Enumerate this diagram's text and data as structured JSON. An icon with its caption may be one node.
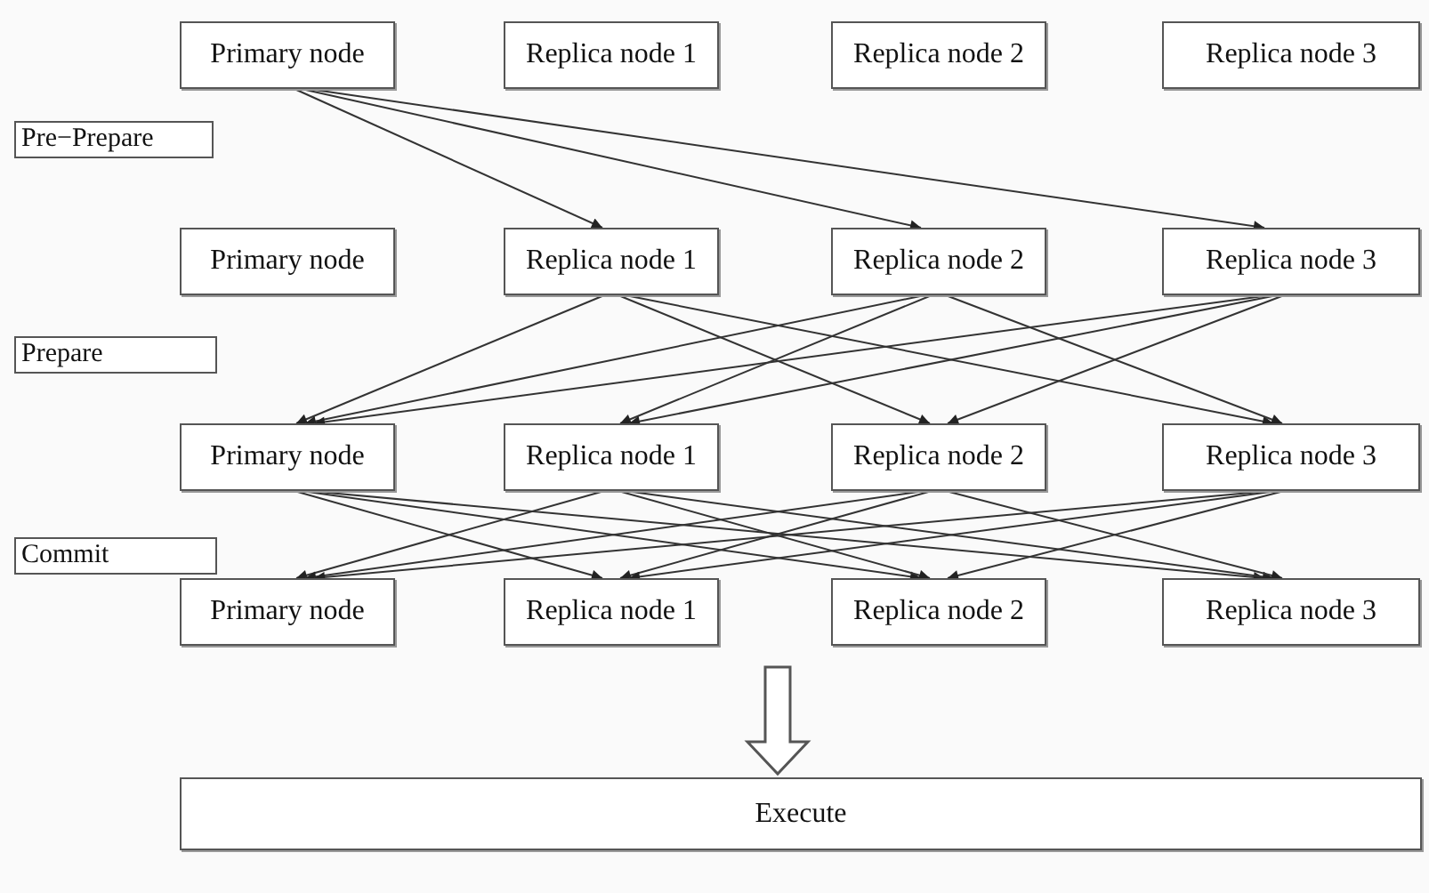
{
  "diagram": {
    "nodes": [
      {
        "text": [
          "Primary node"
        ]
      },
      {
        "text": [
          "Replica node 1"
        ]
      },
      {
        "text": [
          "Replica node 2"
        ]
      },
      {
        "text": [
          "Replica node 3"
        ]
      },
      {
        "text": [
          "Pre−Prepare"
        ]
      },
      {
        "text": [
          "Primary node"
        ]
      },
      {
        "text": [
          "Replica node 1"
        ]
      },
      {
        "text": [
          "Replica node 2"
        ]
      },
      {
        "text": [
          "Replica node 3"
        ]
      },
      {
        "text": [
          "Prepare"
        ]
      },
      {
        "text": [
          "Primary node"
        ]
      },
      {
        "text": [
          "Replica node 1"
        ]
      },
      {
        "text": [
          "Replica node 2"
        ]
      },
      {
        "text": [
          "Replica node 3"
        ]
      },
      {
        "text": [
          "Commit"
        ]
      },
      {
        "text": [
          "Primary node"
        ]
      },
      {
        "text": [
          "Replica node 1"
        ]
      },
      {
        "text": [
          "Replica node 2"
        ]
      },
      {
        "text": [
          "Replica node 3"
        ]
      },
      {
        "text": [
          "Execute"
        ]
      }
    ],
    "edges": [
      {
        "from": 0,
        "to": 6,
        "arrow": "to"
      },
      {
        "from": 0,
        "to": 7,
        "arrow": "to"
      },
      {
        "from": 0,
        "to": 8,
        "arrow": "to"
      },
      {
        "from": 6,
        "to": 10,
        "arrow": "to"
      },
      {
        "from": 6,
        "to": 12,
        "arrow": "to"
      },
      {
        "from": 6,
        "to": 13,
        "arrow": "to"
      },
      {
        "from": 7,
        "to": 10,
        "arrow": "to"
      },
      {
        "from": 7,
        "to": 11,
        "arrow": "to"
      },
      {
        "from": 7,
        "to": 13,
        "arrow": "to"
      },
      {
        "from": 8,
        "to": 10,
        "arrow": "to"
      },
      {
        "from": 8,
        "to": 11,
        "arrow": "to"
      },
      {
        "from": 8,
        "to": 12,
        "arrow": "to"
      },
      {
        "from": 10,
        "to": 16,
        "arrow": "to"
      },
      {
        "from": 10,
        "to": 17,
        "arrow": "to"
      },
      {
        "from": 10,
        "to": 18,
        "arrow": "to"
      },
      {
        "from": 11,
        "to": 15,
        "arrow": "to"
      },
      {
        "from": 11,
        "to": 17,
        "arrow": "to"
      },
      {
        "from": 11,
        "to": 18,
        "arrow": "to"
      },
      {
        "from": 12,
        "to": 15,
        "arrow": "to"
      },
      {
        "from": 12,
        "to": 16,
        "arrow": "to"
      },
      {
        "from": 12,
        "to": 18,
        "arrow": "to"
      },
      {
        "from": 13,
        "to": 15,
        "arrow": "to"
      },
      {
        "from": 13,
        "to": 16,
        "arrow": "to"
      },
      {
        "from": 13,
        "to": 17,
        "arrow": "to"
      },
      {
        "from": null,
        "to": 19,
        "arrow": "to",
        "style": "thick"
      }
    ]
  }
}
